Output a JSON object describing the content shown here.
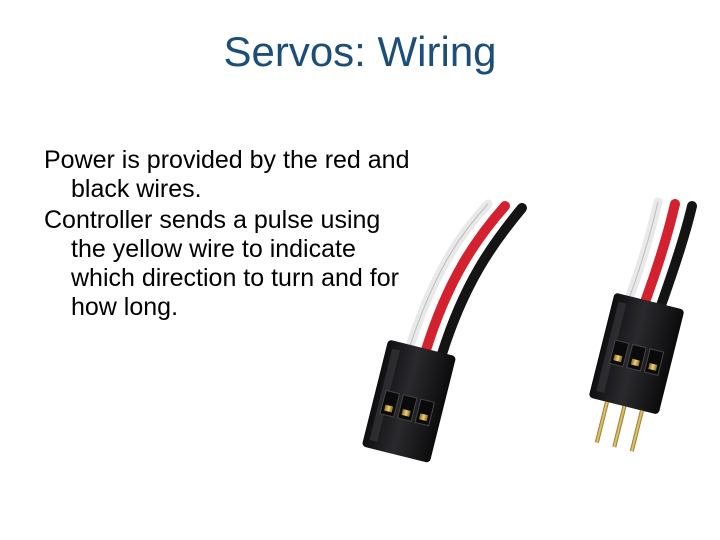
{
  "slide": {
    "title": "Servos: Wiring",
    "bullets": [
      "Power is provided by the red and black wires.",
      "Controller sends a pulse using the yellow wire to indicate which direction to turn and for how long."
    ]
  },
  "colors": {
    "title": "#1b4f7a",
    "body_text": "#000000",
    "wire_red": "#d3212f",
    "wire_black": "#141414",
    "wire_white": "#e8e8e8",
    "connector_housing": "#1c1c1e",
    "pin_gold": "#c9a43a"
  },
  "image": {
    "subject": "servo-wire-connectors-icon"
  }
}
